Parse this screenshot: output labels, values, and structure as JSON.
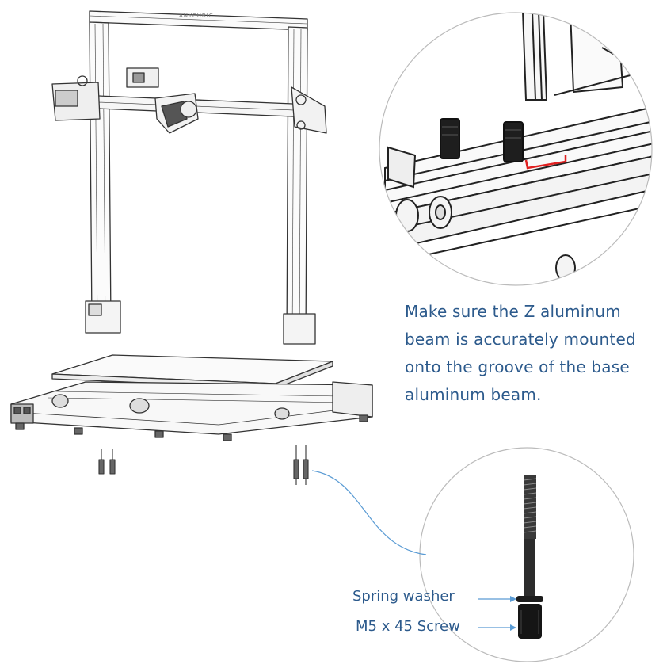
{
  "printer": {
    "logo_text": "ANYCUBIC"
  },
  "instruction": {
    "lines": [
      "Make sure the Z aluminum",
      "beam is accurately mounted",
      "onto the groove of the base",
      "aluminum beam."
    ]
  },
  "screw_detail": {
    "washer_label": "Spring washer",
    "screw_label": "M5 x 45 Screw"
  },
  "colors": {
    "text": "#2c5a8c",
    "leader_line": "#5a9bd4",
    "highlight": "#e02020",
    "sketch": "#333333"
  }
}
